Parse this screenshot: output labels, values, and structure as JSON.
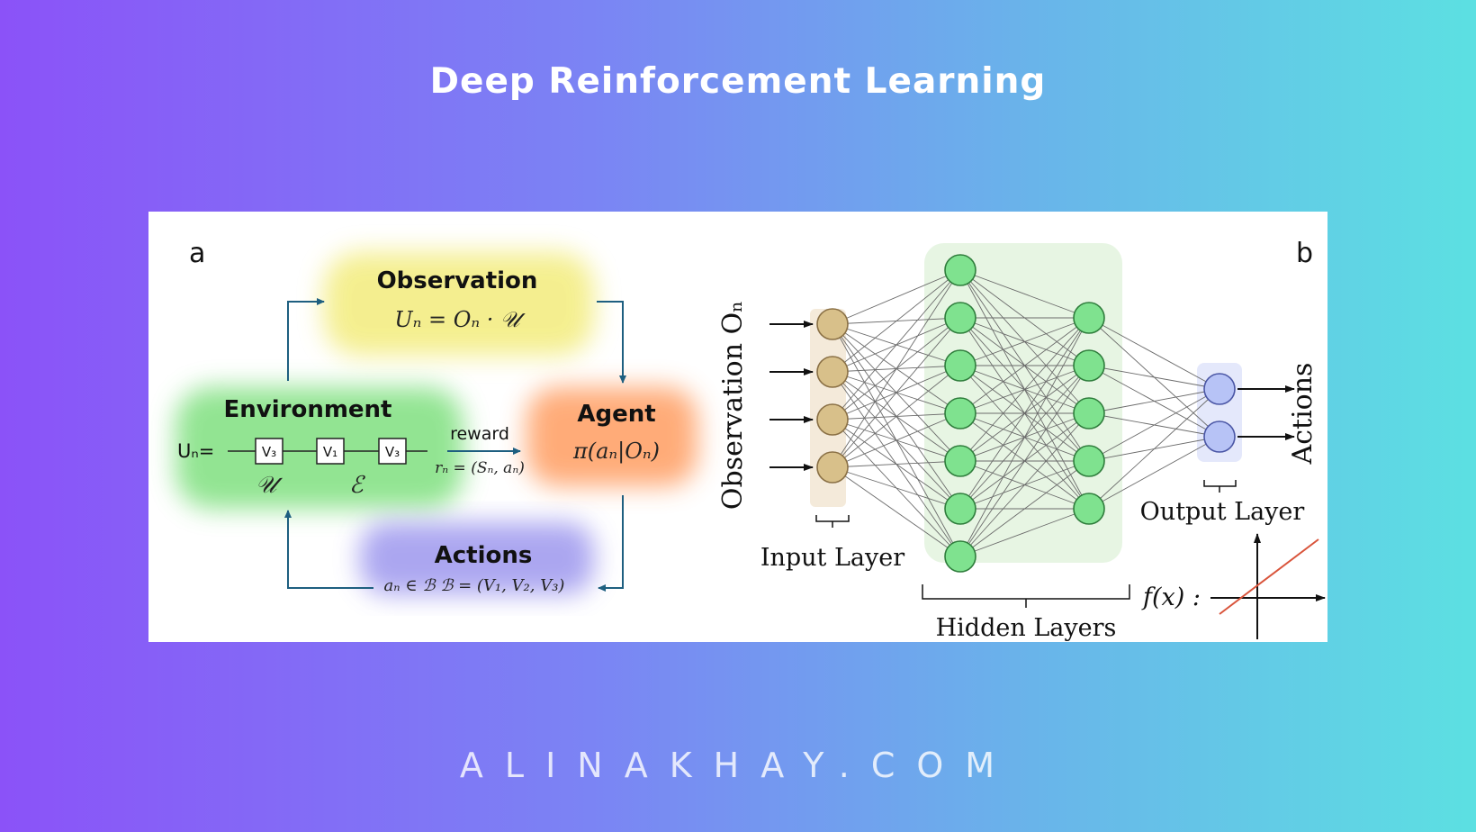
{
  "page": {
    "title": "Deep Reinforcement Learning",
    "footer": "ALINAKHAY.COM"
  },
  "colors": {
    "observation_glow": "#f3ec7c",
    "environment_glow": "#7fe07f",
    "agent_glow": "#ffa36b",
    "actions_glow": "#9d97ee",
    "arrow": "#1e5f80",
    "input_node": "#d8c08a",
    "hidden_node": "#7fe28f",
    "output_node": "#b7c3f6",
    "activation_line": "#d9543b"
  },
  "panel_a": {
    "label": "a",
    "observation": {
      "title": "Observation",
      "formula": "Uₙ = Oₙ · 𝒰"
    },
    "environment": {
      "title": "Environment",
      "state_prefix": "Uₙ=",
      "gates": [
        "V₃",
        "V₁",
        "V₃"
      ],
      "symbol_u": "𝒰",
      "symbol_e": "ℰ"
    },
    "reward": {
      "label": "reward",
      "formula": "rₙ = (Sₙ, aₙ)"
    },
    "agent": {
      "title": "Agent",
      "formula": "π(aₙ|Oₙ)"
    },
    "actions": {
      "title": "Actions",
      "formula": "aₙ ∈ ℬ    ℬ = (V₁, V₂, V₃)"
    }
  },
  "panel_b": {
    "label": "b",
    "input_text": "Observation Oₙ",
    "output_text": "Actions",
    "layers": {
      "input": "Input Layer",
      "hidden": "Hidden Layers",
      "output": "Output Layer"
    },
    "activation_label": "f(x) :",
    "network": {
      "input": 4,
      "hidden1": 7,
      "hidden2": 5,
      "output": 2
    }
  }
}
